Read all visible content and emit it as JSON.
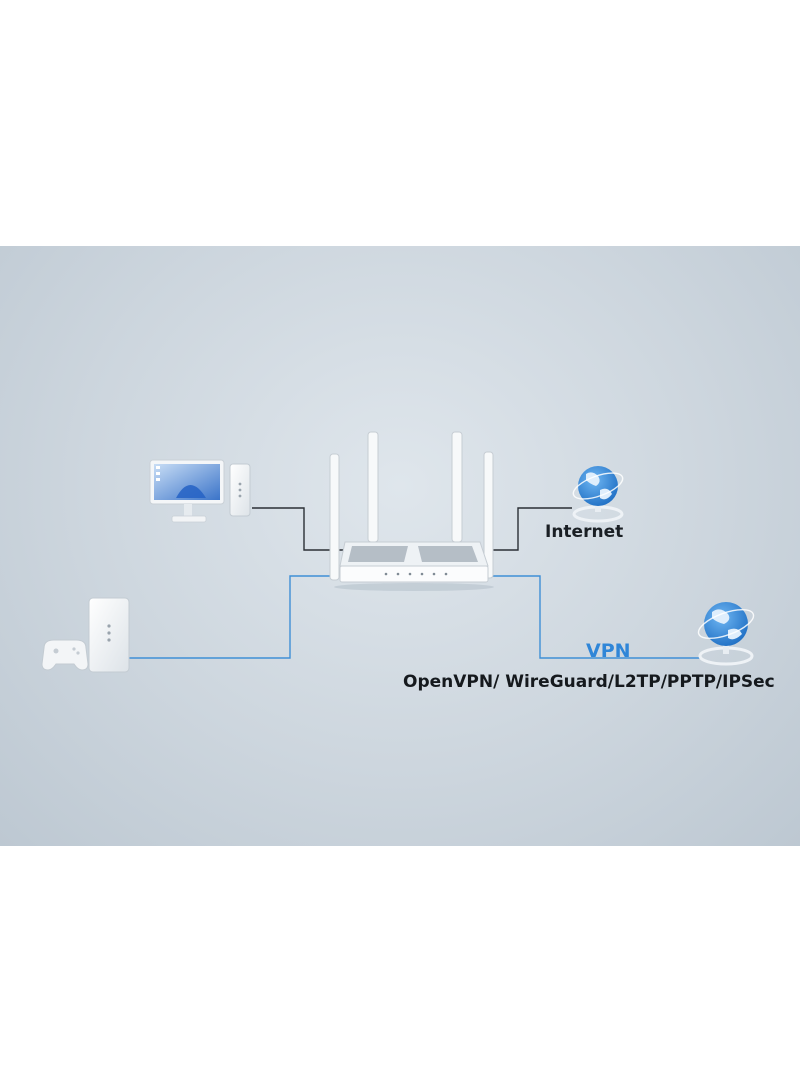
{
  "labels": {
    "internet": "Internet",
    "vpn": "VPN",
    "protocols": "OpenVPN/ WireGuard/L2TP/PPTP/IPSec"
  },
  "devices": [
    {
      "name": "desktop-computer",
      "icon": "monitor-with-stand"
    },
    {
      "name": "mesh-node-small",
      "icon": "mesh-node"
    },
    {
      "name": "game-controller",
      "icon": "gamepad"
    },
    {
      "name": "mesh-node-large",
      "icon": "mesh-node"
    },
    {
      "name": "router",
      "icon": "router-four-antennas"
    },
    {
      "name": "internet-globe",
      "icon": "globe-on-ring"
    },
    {
      "name": "vpn-globe",
      "icon": "globe-on-ring"
    }
  ],
  "colors": {
    "background": "#cdd6de",
    "wired_line": "#2a2f35",
    "vpn_line": "#3f8fd6",
    "vpn_text": "#2f86d8",
    "globe": "#2b7fd4"
  }
}
